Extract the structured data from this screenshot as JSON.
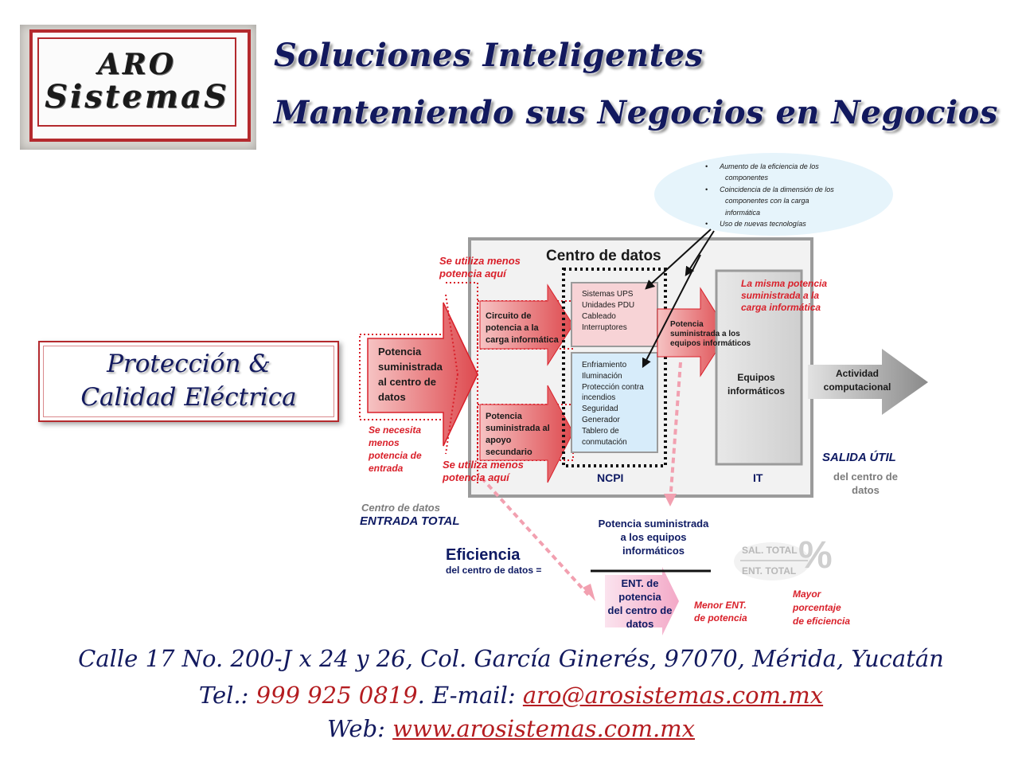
{
  "logo": {
    "line1": "ARO",
    "line2": "SistemaS"
  },
  "headline": {
    "line1": "Soluciones Inteligentes",
    "line2": "Manteniendo sus Negocios en Negocios"
  },
  "protection_box": {
    "line1": "Protección &",
    "line2": "Calidad Eléctrica"
  },
  "diagram": {
    "bubble_items": [
      "Aumento de la eficiencia de los",
      "componentes",
      "Coincidencia de la dimensión de los",
      "componentes con la carga",
      "informática",
      "Uso de nuevas tecnologías"
    ],
    "centro_title": "Centro de datos",
    "red_note_top": [
      "Se utiliza menos",
      "potencia aquí"
    ],
    "red_note_bottom": [
      "Se utiliza menos",
      "potencia aquí"
    ],
    "red_note_left": [
      "Se necesita",
      "menos",
      "potencia de",
      "entrada"
    ],
    "red_note_right": [
      "La misma potencia",
      "suministrada a la",
      "carga informática"
    ],
    "potencia_entrada": [
      "Potencia",
      "suministrada",
      "al centro de",
      "datos"
    ],
    "circuito": [
      "Circuito de",
      "potencia a la",
      "carga informática"
    ],
    "apoyo": [
      "Potencia",
      "suministrada al",
      "apoyo",
      "secundario"
    ],
    "ups_list": [
      "Sistemas UPS",
      "Unidades PDU",
      "Cableado",
      "Interruptores"
    ],
    "enfriamiento_list": [
      "Enfriamiento",
      "Iluminación",
      "Protección contra",
      "incendios",
      "Seguridad",
      "Generador",
      "Tablero de",
      "conmutación"
    ],
    "potencia_equipos": [
      "Potencia",
      "suministrada a los",
      "equipos informáticos"
    ],
    "equipos": [
      "Equipos",
      "informáticos"
    ],
    "actividad": [
      "Actividad",
      "computacional"
    ],
    "ncpi_label": "NCPI",
    "it_label": "IT",
    "salida_util": "SALIDA ÚTIL",
    "salida_sub": [
      "del centro de",
      "datos"
    ],
    "entrada_gray": "Centro de datos",
    "entrada_total": "ENTRADA TOTAL",
    "eficiencia": "Eficiencia",
    "eficiencia_sub": "del  centro de datos =",
    "numerator": [
      "Potencia suministrada",
      "a los equipos",
      "informáticos"
    ],
    "denominator": [
      "ENT. de",
      "potencia",
      "del centro de",
      "datos"
    ],
    "sal_total": "SAL. TOTAL",
    "ent_total": "ENT. TOTAL",
    "percent": "%",
    "menor": [
      "Menor ENT.",
      "de potencia"
    ],
    "mayor": [
      "Mayor",
      "porcentaje",
      "de eficiencia"
    ]
  },
  "footer": {
    "address": "Calle 17 No. 200-J x 24 y 26, Col. García Ginerés, 97070, Mérida, Yucatán",
    "tel_label": "Tel.: ",
    "tel": "999 925 0819",
    "email_label": ". E-mail: ",
    "email": "aro@arosistemas.com.mx",
    "web_label": "Web: ",
    "web": "www.arosistemas.com.mx"
  },
  "colors": {
    "navy": "#12195e",
    "brand_red": "#b42a2e",
    "diagram_red": "#d9202a",
    "bubble": "#e6f4fb"
  }
}
